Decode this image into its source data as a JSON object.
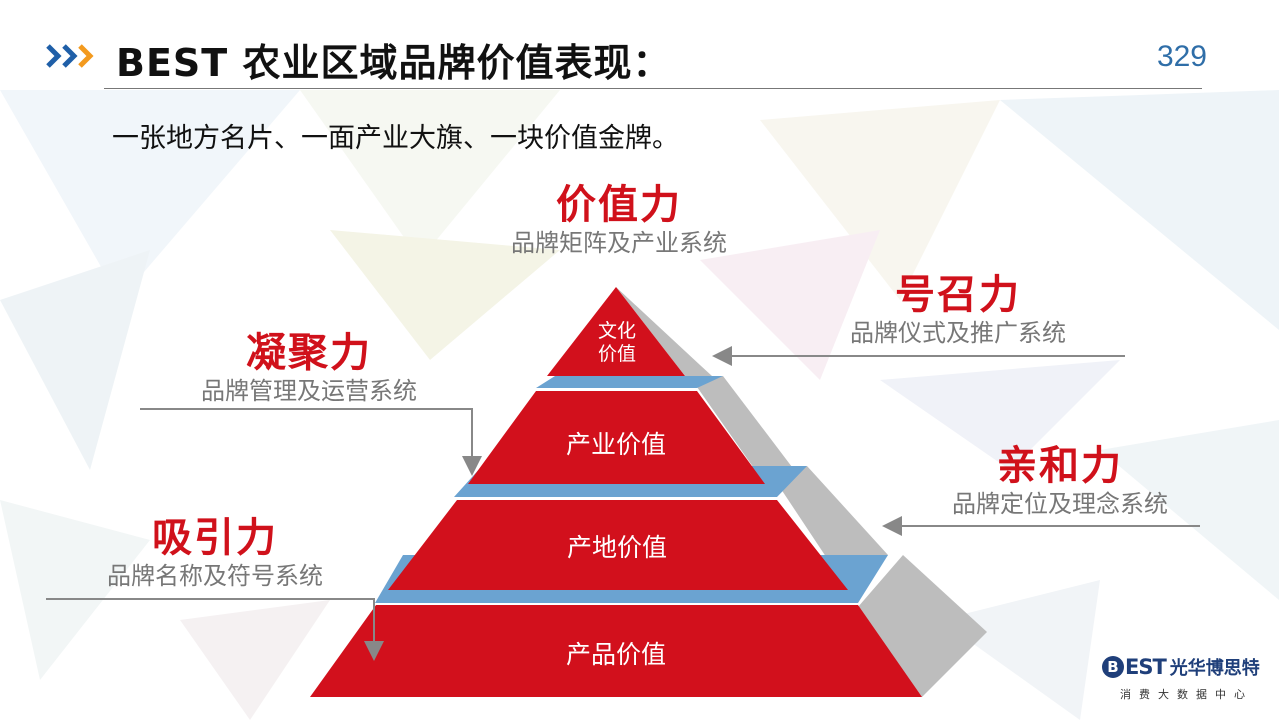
{
  "header": {
    "title": "BEST 农业区域品牌价值表现：",
    "page_number": "329",
    "subtitle": "一张地方名片、一面产业大旗、一块价值金牌。"
  },
  "pyramid": {
    "tiers": [
      {
        "label": "文化\n价值"
      },
      {
        "label": "产业价值"
      },
      {
        "label": "产地价值"
      },
      {
        "label": "产品价值"
      }
    ],
    "colors": {
      "front": "#d2101c",
      "side": "#b9b9b9",
      "step": "#6ba3d1"
    }
  },
  "forces": {
    "value": {
      "name": "价值力",
      "desc": "品牌矩阵及产业系统"
    },
    "appeal": {
      "name": "号召力",
      "desc": "品牌仪式及推广系统"
    },
    "cohesion": {
      "name": "凝聚力",
      "desc": "品牌管理及运营系统"
    },
    "affinity": {
      "name": "亲和力",
      "desc": "品牌定位及理念系统"
    },
    "attract": {
      "name": "吸引力",
      "desc": "品牌名称及符号系统"
    }
  },
  "logo": {
    "mark": "B",
    "est": "EST",
    "cn_name": "光华博思特",
    "tagline": "消费大数据中心"
  },
  "colors": {
    "accent_red": "#d0111b",
    "page_number_blue": "#2f6ea8",
    "chevron_blue": "#1f5fa8",
    "chevron_orange": "#f39a1e"
  }
}
